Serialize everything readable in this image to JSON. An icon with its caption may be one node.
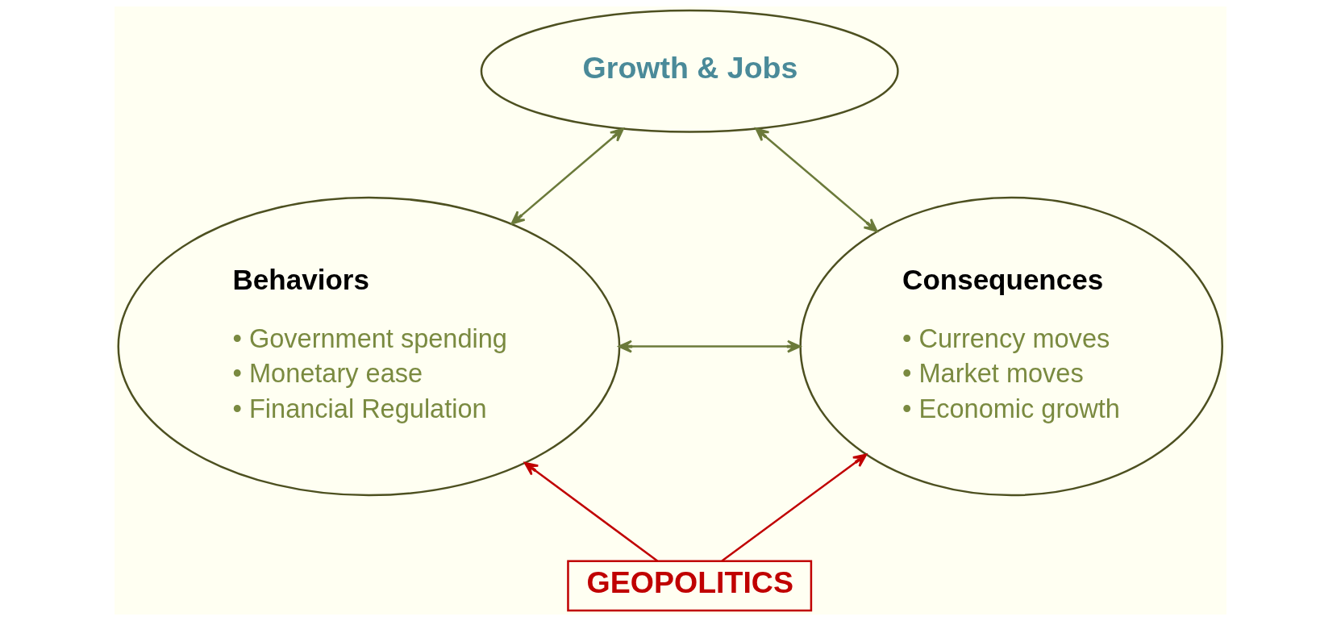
{
  "diagram": {
    "nodes": [
      {
        "text": [
          "Growth & Jobs"
        ]
      },
      {
        "text": [
          "Behaviors",
          "• Government spending",
          "• Monetary ease",
          "• Financial Regulation"
        ]
      },
      {
        "text": [
          "Consequences",
          "• Currency moves",
          "• Market moves",
          "• Economic growth"
        ]
      },
      {
        "text": [
          "GEOPOLITICS"
        ]
      }
    ],
    "edges": [
      {
        "from": 1,
        "to": 0,
        "arrow": "both"
      },
      {
        "from": 2,
        "to": 0,
        "arrow": "both"
      },
      {
        "from": 1,
        "to": 2,
        "arrow": "both"
      },
      {
        "from": 3,
        "to": 1,
        "arrow": "to",
        "color": "#c00000"
      },
      {
        "from": 3,
        "to": 2,
        "arrow": "to",
        "color": "#c00000"
      }
    ]
  }
}
